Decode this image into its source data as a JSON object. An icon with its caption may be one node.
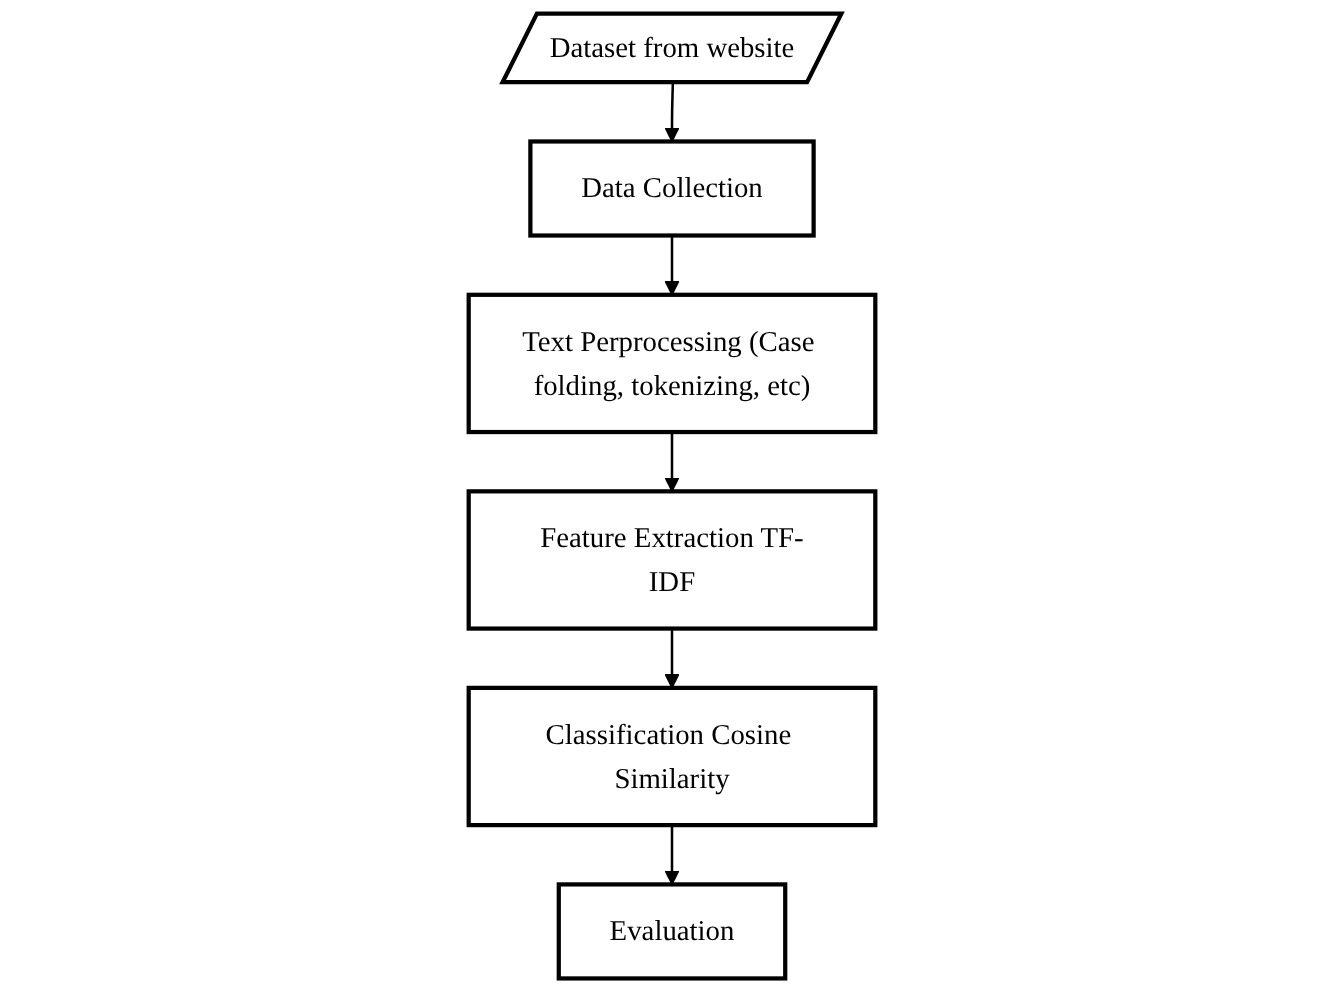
{
  "diagram": {
    "nodes": [
      {
        "text": [
          "Dataset from website"
        ]
      },
      {
        "text": [
          "Data Collection"
        ]
      },
      {
        "text": [
          "Text Perprocessing (Case folding, tokenizing, etc)"
        ]
      },
      {
        "text": [
          "Feature Extraction TF-IDF"
        ]
      },
      {
        "text": [
          "Classification Cosine Similarity"
        ]
      },
      {
        "text": [
          "Evaluation"
        ]
      }
    ],
    "edges": [
      {
        "from": 0,
        "to": 1,
        "arrow": "to"
      },
      {
        "from": 1,
        "to": 2,
        "arrow": "to"
      },
      {
        "from": 2,
        "to": 3,
        "arrow": "to"
      },
      {
        "from": 3,
        "to": 4,
        "arrow": "to"
      },
      {
        "from": 4,
        "to": 5,
        "arrow": "to"
      }
    ]
  }
}
